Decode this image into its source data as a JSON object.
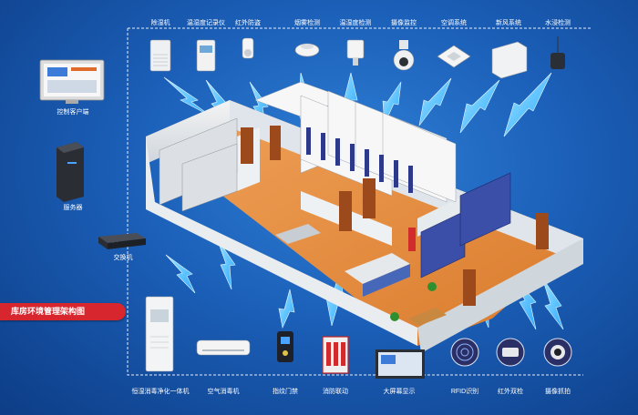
{
  "title": "库房环境管理架构图",
  "top_devices": [
    "除湿机",
    "温湿度记录仪",
    "红外防盗",
    "烟雾检测",
    "温湿度检测",
    "摄像监控",
    "空调系统",
    "新风系统",
    "水浸检测"
  ],
  "left_devices": [
    "控制客户端",
    "服务器",
    "交换机"
  ],
  "bottom_devices": [
    "恒湿消毒净化一体机",
    "空气消毒机",
    "指纹门禁",
    "消防联动",
    "大屏幕显示",
    "RFID识别",
    "红外双检",
    "摄像抓拍"
  ],
  "colors": {
    "background": "#1b5fb8",
    "tag": "#d8262e",
    "accent_floor": "#e48a3c"
  }
}
